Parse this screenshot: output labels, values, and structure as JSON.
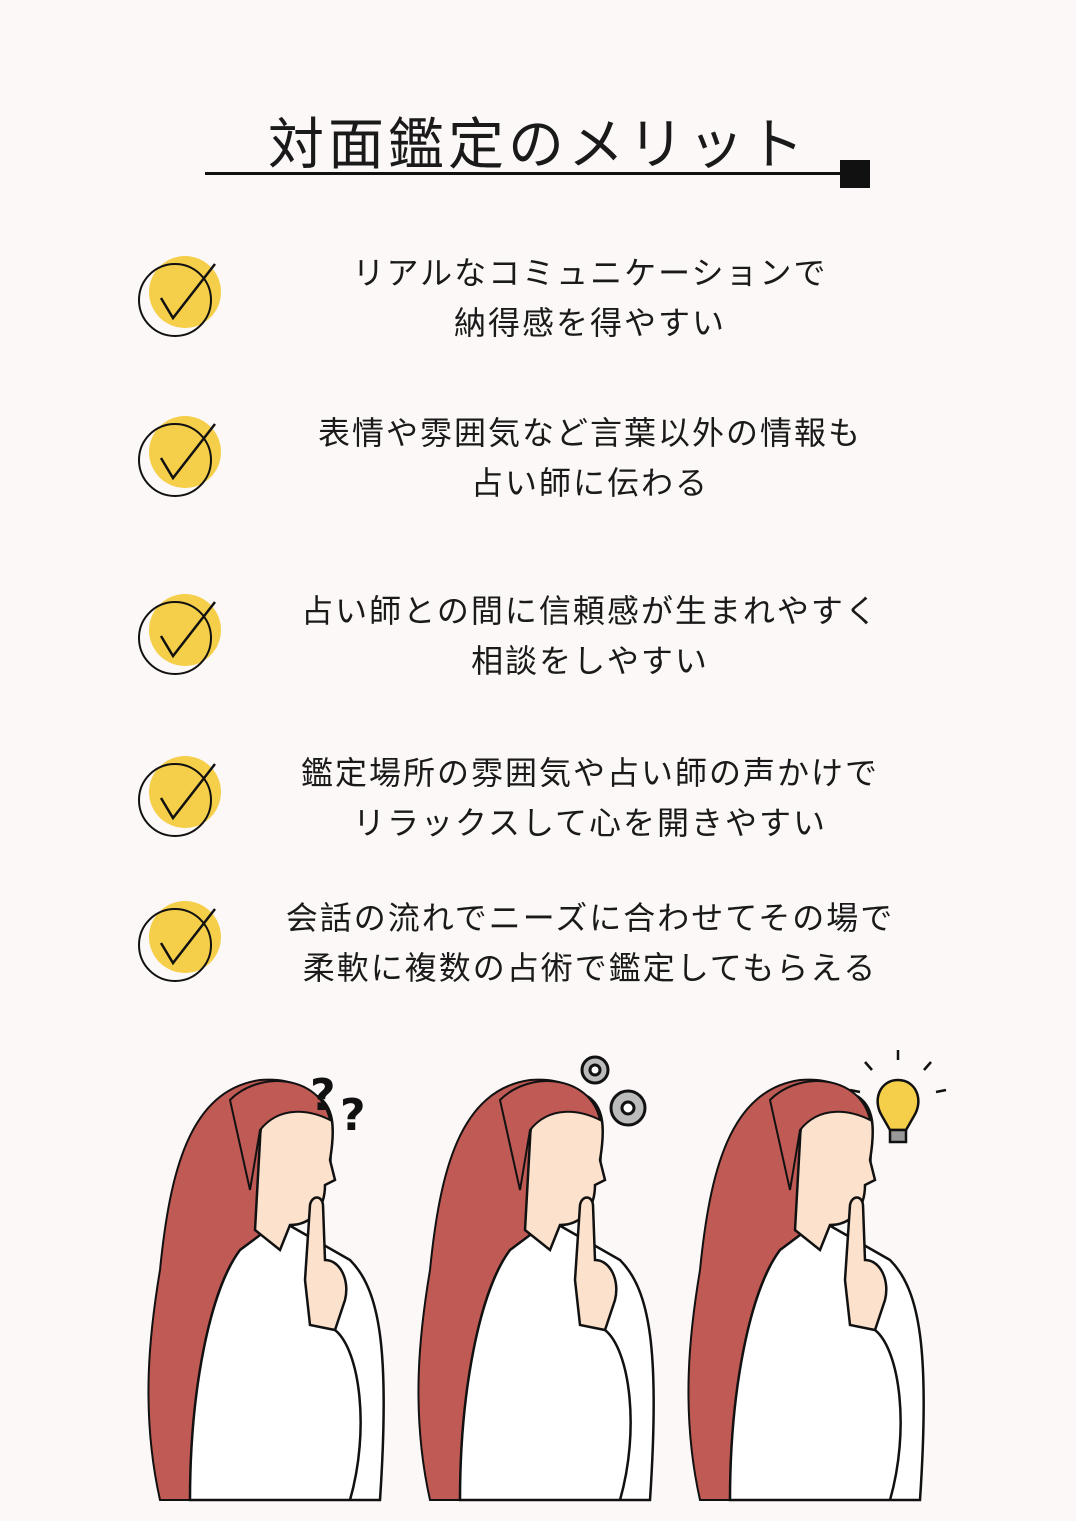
{
  "title": "対面鑑定のメリット",
  "accent_color": "#f6cf4a",
  "hair_color": "#c05a55",
  "items": [
    {
      "icon": "check-circle-icon",
      "line1": "リアルなコミュニケーションで",
      "line2": "納得感を得やすい"
    },
    {
      "icon": "check-circle-icon",
      "line1": "表情や雰囲気など言葉以外の情報も",
      "line2": "占い師に伝わる"
    },
    {
      "icon": "check-circle-icon",
      "line1": "占い師との間に信頼感が生まれやすく",
      "line2": "相談をしやすい"
    },
    {
      "icon": "check-circle-icon",
      "line1": "鑑定場所の雰囲気や占い師の声かけで",
      "line2": "リラックスして心を開きやすい"
    },
    {
      "icon": "check-circle-icon",
      "line1": "会話の流れでニーズに合わせてその場で",
      "line2": "柔軟に複数の占術で鑑定してもらえる"
    }
  ],
  "illustration": {
    "figures": [
      "question-marks-icon",
      "gears-icon",
      "lightbulb-icon"
    ]
  }
}
